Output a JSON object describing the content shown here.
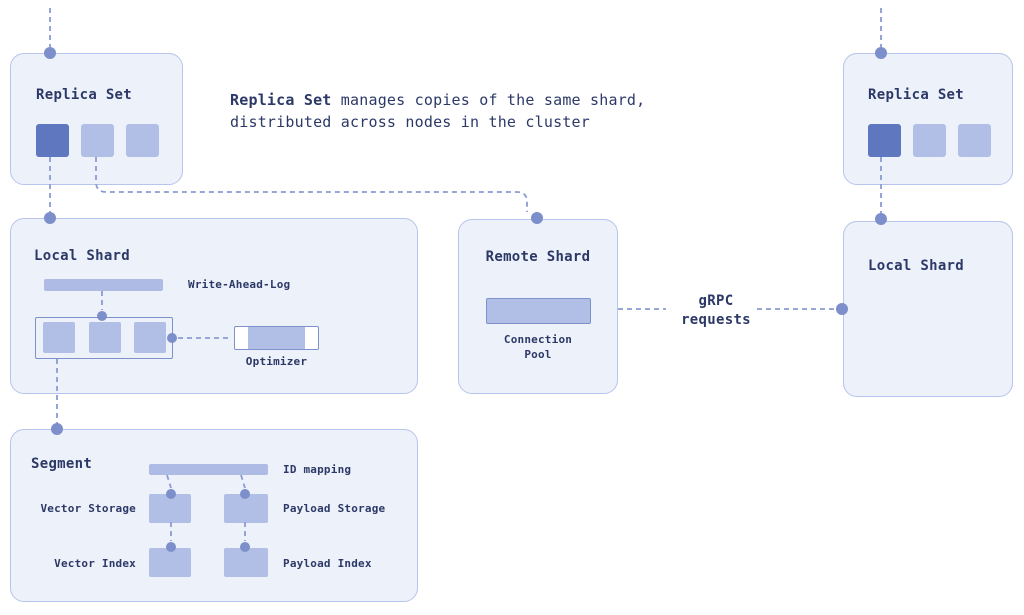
{
  "colors": {
    "background": "#ffffff",
    "panel_fill": "#edf1fa",
    "panel_border": "#b7c4ec",
    "accent_dark": "#5f77be",
    "accent_light": "#b1bfe7",
    "inner_border": "#7e91cc",
    "connector": "#8b9bd3",
    "node": "#7d8fca",
    "text": "#2c3967"
  },
  "annotation": {
    "bold": "Replica Set",
    "line1_rest": " manages copies of the same shard,",
    "line2": "distributed across nodes in the cluster"
  },
  "replica_set_left": {
    "title": "Replica Set"
  },
  "replica_set_right": {
    "title": "Replica Set"
  },
  "local_shard_left": {
    "title": "Local Shard",
    "wal_label": "Write-Ahead-Log",
    "optimizer_label": "Optimizer"
  },
  "remote_shard": {
    "title": "Remote Shard",
    "pool_line1": "Connection",
    "pool_line2": "Pool"
  },
  "local_shard_right": {
    "title": "Local Shard"
  },
  "segment": {
    "title": "Segment",
    "id_mapping_label": "ID mapping",
    "vector_storage_label": "Vector Storage",
    "payload_storage_label": "Payload Storage",
    "vector_index_label": "Vector Index",
    "payload_index_label": "Payload Index"
  },
  "grpc": {
    "line1": "gRPC",
    "line2": "requests"
  }
}
